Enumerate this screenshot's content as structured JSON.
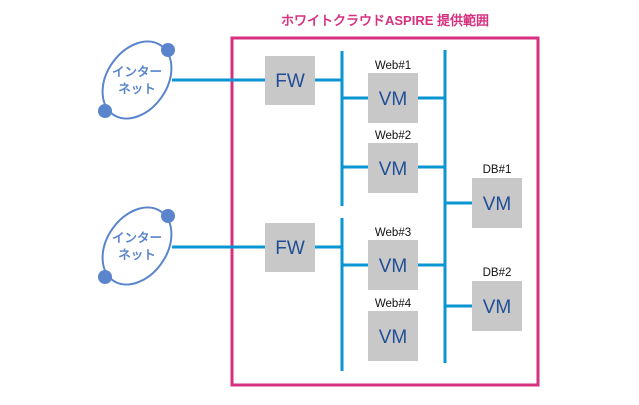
{
  "title": "ホワイトクラウドASPIRE 提供範囲",
  "colors": {
    "scope_border": "#d6307f",
    "network_line": "#0a96d2",
    "node_fill": "#c8c8c9",
    "node_text": "#1f4e96",
    "cloud": "#5a85cc"
  },
  "internet": [
    {
      "line1": "インター",
      "line2": "ネット"
    },
    {
      "line1": "インター",
      "line2": "ネット"
    }
  ],
  "firewalls": [
    {
      "label": "FW"
    },
    {
      "label": "FW"
    }
  ],
  "web_vms": [
    {
      "name": "Web#1",
      "label": "VM"
    },
    {
      "name": "Web#2",
      "label": "VM"
    },
    {
      "name": "Web#3",
      "label": "VM"
    },
    {
      "name": "Web#4",
      "label": "VM"
    }
  ],
  "db_vms": [
    {
      "name": "DB#1",
      "label": "VM"
    },
    {
      "name": "DB#2",
      "label": "VM"
    }
  ]
}
